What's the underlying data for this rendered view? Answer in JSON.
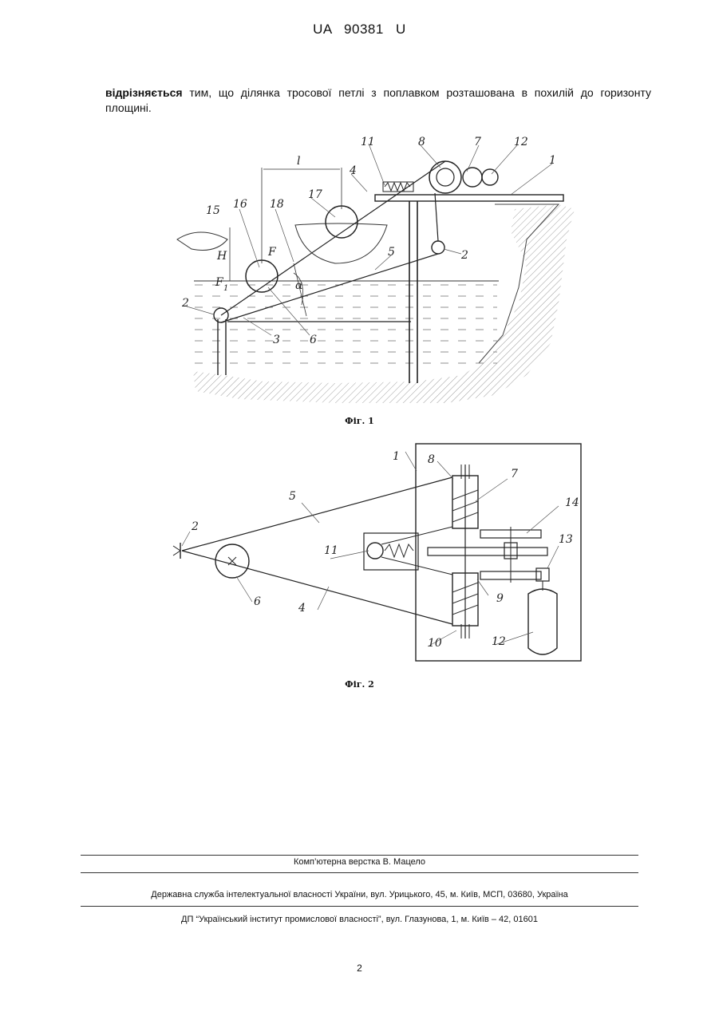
{
  "header": {
    "patent_id": "UA   90381   U"
  },
  "claim": {
    "bold_lead": "відрізняється",
    "rest": " тим, що ділянка тросової петлі з поплавком розташована в похилій до горизонту площині."
  },
  "figure1": {
    "caption": "Фіг. 1",
    "labels": [
      "1",
      "2",
      "2",
      "3",
      "4",
      "5",
      "6",
      "7",
      "8",
      "11",
      "12",
      "15",
      "16",
      "17",
      "18"
    ],
    "dims": {
      "l": "l",
      "H": "H",
      "F": "F",
      "F1": "F",
      "F1_sub": "1",
      "alpha": "α"
    }
  },
  "figure2": {
    "caption": "Фіг. 2",
    "labels": [
      "1",
      "2",
      "4",
      "5",
      "6",
      "7",
      "8",
      "9",
      "10",
      "11",
      "12",
      "13",
      "14"
    ]
  },
  "footer": {
    "layout_credit": "Комп’ютерна верстка В. Мацело",
    "agency": "Державна служба інтелектуальної власності України, вул. Урицького, 45, м. Київ, МСП, 03680, Україна",
    "institute": "ДП “Український інститут промислової власності”, вул. Глазунова, 1, м. Київ – 42, 01601"
  },
  "page_number": "2"
}
